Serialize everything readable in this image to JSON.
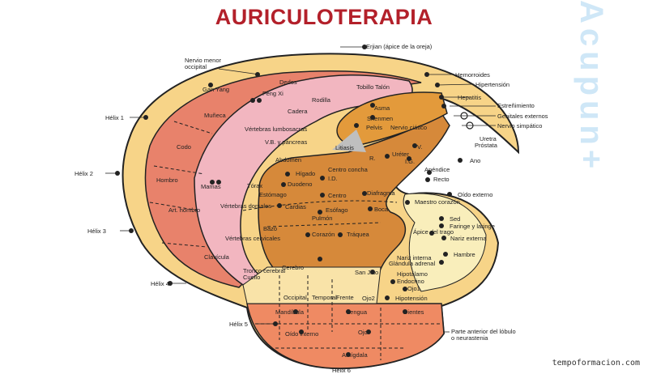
{
  "title": "AURICULOTERAPIA",
  "watermark": "tempoformacion.com",
  "brand_text": "Acupun+",
  "colors": {
    "title": "#b3202a",
    "helix_outer": "#f7d488",
    "pink": "#f2b6c0",
    "salmon": "#e8826b",
    "orange": "#e39a3b",
    "concha": "#d6893a",
    "lobe": "#ef8a63",
    "tragus": "#f9eebb",
    "brand": "#cfe7f7"
  },
  "labels": {
    "erjian": "Erjian (ápice de la oreja)",
    "nervio_menor": "Nervio menor",
    "occipital": "occipital",
    "hemorroides": "Hemorroides",
    "hipertension": "Hipertensión",
    "hepatitis": "Hepatitis",
    "estrenimiento": "Estreñimiento",
    "genitales": "Genitales externos",
    "nervio_simpatico": "Nervio simpático",
    "uretra": "Uretra",
    "prostata": "Próstata",
    "ano": "Ano",
    "gan_yang": "Gan Yang",
    "dedos": "Dedos",
    "feng_xi": "Feng Xi",
    "rodilla": "Rodilla",
    "talon": "Talón",
    "tobillo": "Tobillo",
    "cadera": "Cadera",
    "munieca": "Muñeca",
    "codo": "Codo",
    "hombro": "Hombro",
    "clavicula": "Clavícula",
    "art_hombro": "Art. hombro",
    "mamas": "Mamas",
    "vertebras_lumbosacras": "Vértebras lumbosacras",
    "vertebras_dorsales": "Vértebras dorsales",
    "vertebras_cervicales": "Vértebras cervicales",
    "vb_pancreas": "V.B. y páncreas",
    "abdomen": "Abdomen",
    "torax": "Tórax",
    "cuello": "Cuello",
    "asma": "Asma",
    "shenmen": "Shenmen",
    "pelvis": "Pelvis",
    "nervio_ciatico": "Nervio ciático",
    "litiasis": "Litiasis",
    "r": "R.",
    "v": "V.",
    "ureter": "Uréter",
    "ig": "I.G.",
    "apendice": "Apéndice",
    "recto": "Recto",
    "higado": "Hígado",
    "centro_concha": "Centro concha",
    "id": "I.D.",
    "duodeno": "Duodeno",
    "estomago": "Estómago",
    "centro": "Centro",
    "diafragma": "Diafragma",
    "oido_externo": "Oído externo",
    "maestro_corazon": "Maestro corazón",
    "cardias": "Cardias",
    "esofago": "Esófago",
    "boca": "Boca",
    "pulmon": "Pulmón",
    "sed": "Sed",
    "faringe": "Faringe y laringe",
    "apice_trago": "Ápice del trago",
    "nariz_externa": "Nariz externa",
    "corazon": "Corazón",
    "traquea": "Tráquea",
    "bazo": "Bazo",
    "hambre": "Hambre",
    "nariz_interna": "Nariz interna",
    "glandula_adrenal": "Glándula adrenal",
    "tronco_cerebral": "Tronco cerebral",
    "cerebro": "Cerebro",
    "san_jiao": "San Jiao",
    "hipotalamo": "Hipotálamo",
    "endocrino": "Endocrino",
    "occipital_lobe": "Occipital",
    "temporal": "Temporal",
    "frente": "Frente",
    "ojo1": "Ojo1",
    "ojo2": "Ojo2",
    "hipotension": "Hipotensión",
    "mandibula": "Mandíbula",
    "lengua": "Lengua",
    "dientes": "Dientes",
    "oido_interno": "Oído interno",
    "ojo": "Ojo",
    "amigdala": "Amígdala",
    "parte_anterior": "Parte anterior del lóbulo",
    "neurastenia": "o neurastenia",
    "helix1": "Hélix 1",
    "helix2": "Hélix 2",
    "helix3": "Hélix 3",
    "helix4": "Hélix 4",
    "helix5": "Hélix 5",
    "helix6": "Hélix 6"
  }
}
